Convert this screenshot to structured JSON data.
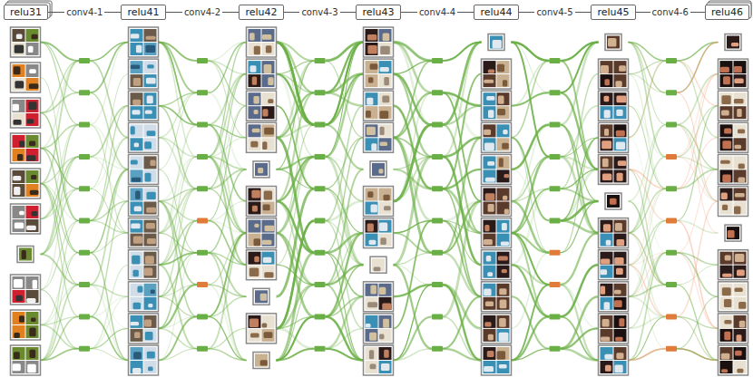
{
  "diagram": {
    "nodes": [
      {
        "text": [
          "relu31"
        ]
      },
      {
        "text": [
          "relu41"
        ]
      },
      {
        "text": [
          "relu42"
        ]
      },
      {
        "text": [
          "relu43"
        ]
      },
      {
        "text": [
          "relu44"
        ]
      },
      {
        "text": [
          "relu45"
        ]
      },
      {
        "text": [
          "relu46"
        ]
      }
    ],
    "edges": [
      {
        "from": 0,
        "to": 1,
        "label": "conv4-1",
        "arrow": "none"
      },
      {
        "from": 1,
        "to": 2,
        "label": "conv4-2",
        "arrow": "none"
      },
      {
        "from": 2,
        "to": 3,
        "label": "conv4-3",
        "arrow": "none"
      },
      {
        "from": 3,
        "to": 4,
        "label": "conv4-4",
        "arrow": "none"
      },
      {
        "from": 4,
        "to": 5,
        "label": "conv4-5",
        "arrow": "none"
      },
      {
        "from": 5,
        "to": 6,
        "label": "conv4-6",
        "arrow": "none"
      }
    ]
  }
}
